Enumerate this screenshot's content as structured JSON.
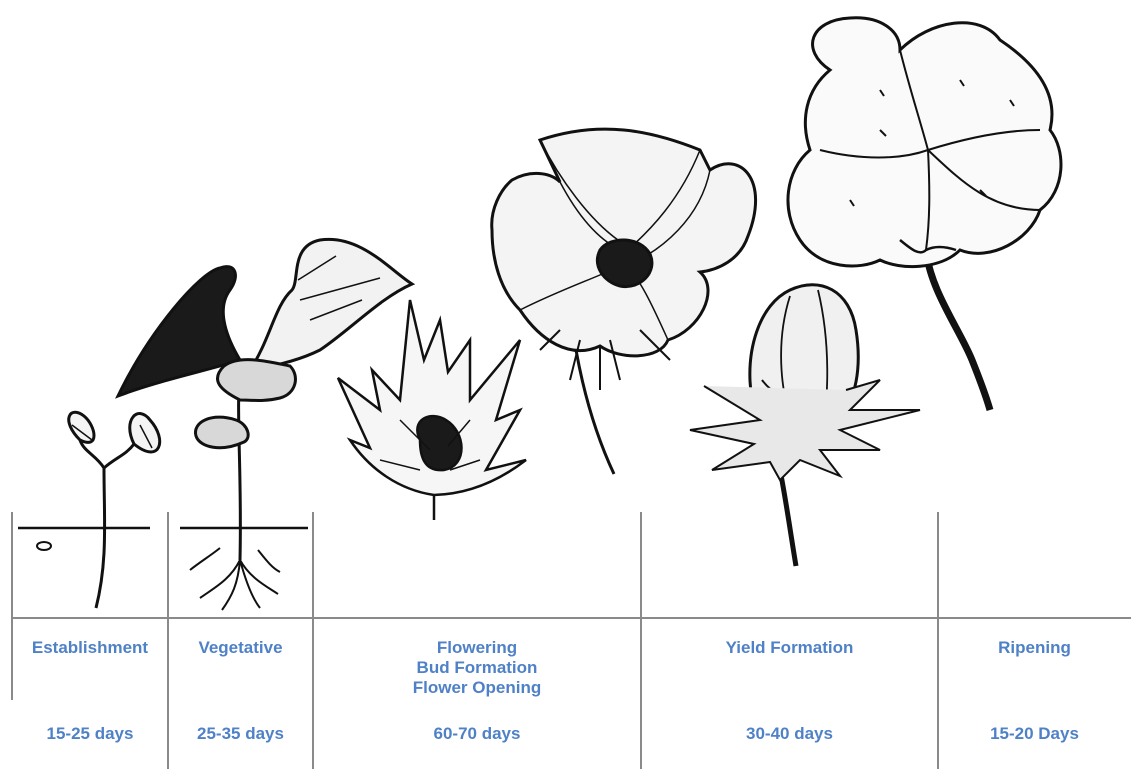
{
  "stages": [
    {
      "name": "Establishment",
      "duration": "15-25 days"
    },
    {
      "name": "Vegetative",
      "duration": "25-35 days"
    },
    {
      "name": "Flowering",
      "sub": [
        "Bud Formation",
        "Flower Opening"
      ],
      "duration": "60-70 days"
    },
    {
      "name": "Yield Formation",
      "duration": "30-40 days"
    },
    {
      "name": "Ripening",
      "duration": "15-20 Days"
    }
  ],
  "colors": {
    "label": "#4f81c7",
    "line": "#888888",
    "ink": "#111111"
  },
  "illustrations": [
    "seedling-icon",
    "young-plant-icon",
    "flower-bud-icon",
    "open-flower-icon",
    "boll-icon",
    "open-boll-icon"
  ]
}
